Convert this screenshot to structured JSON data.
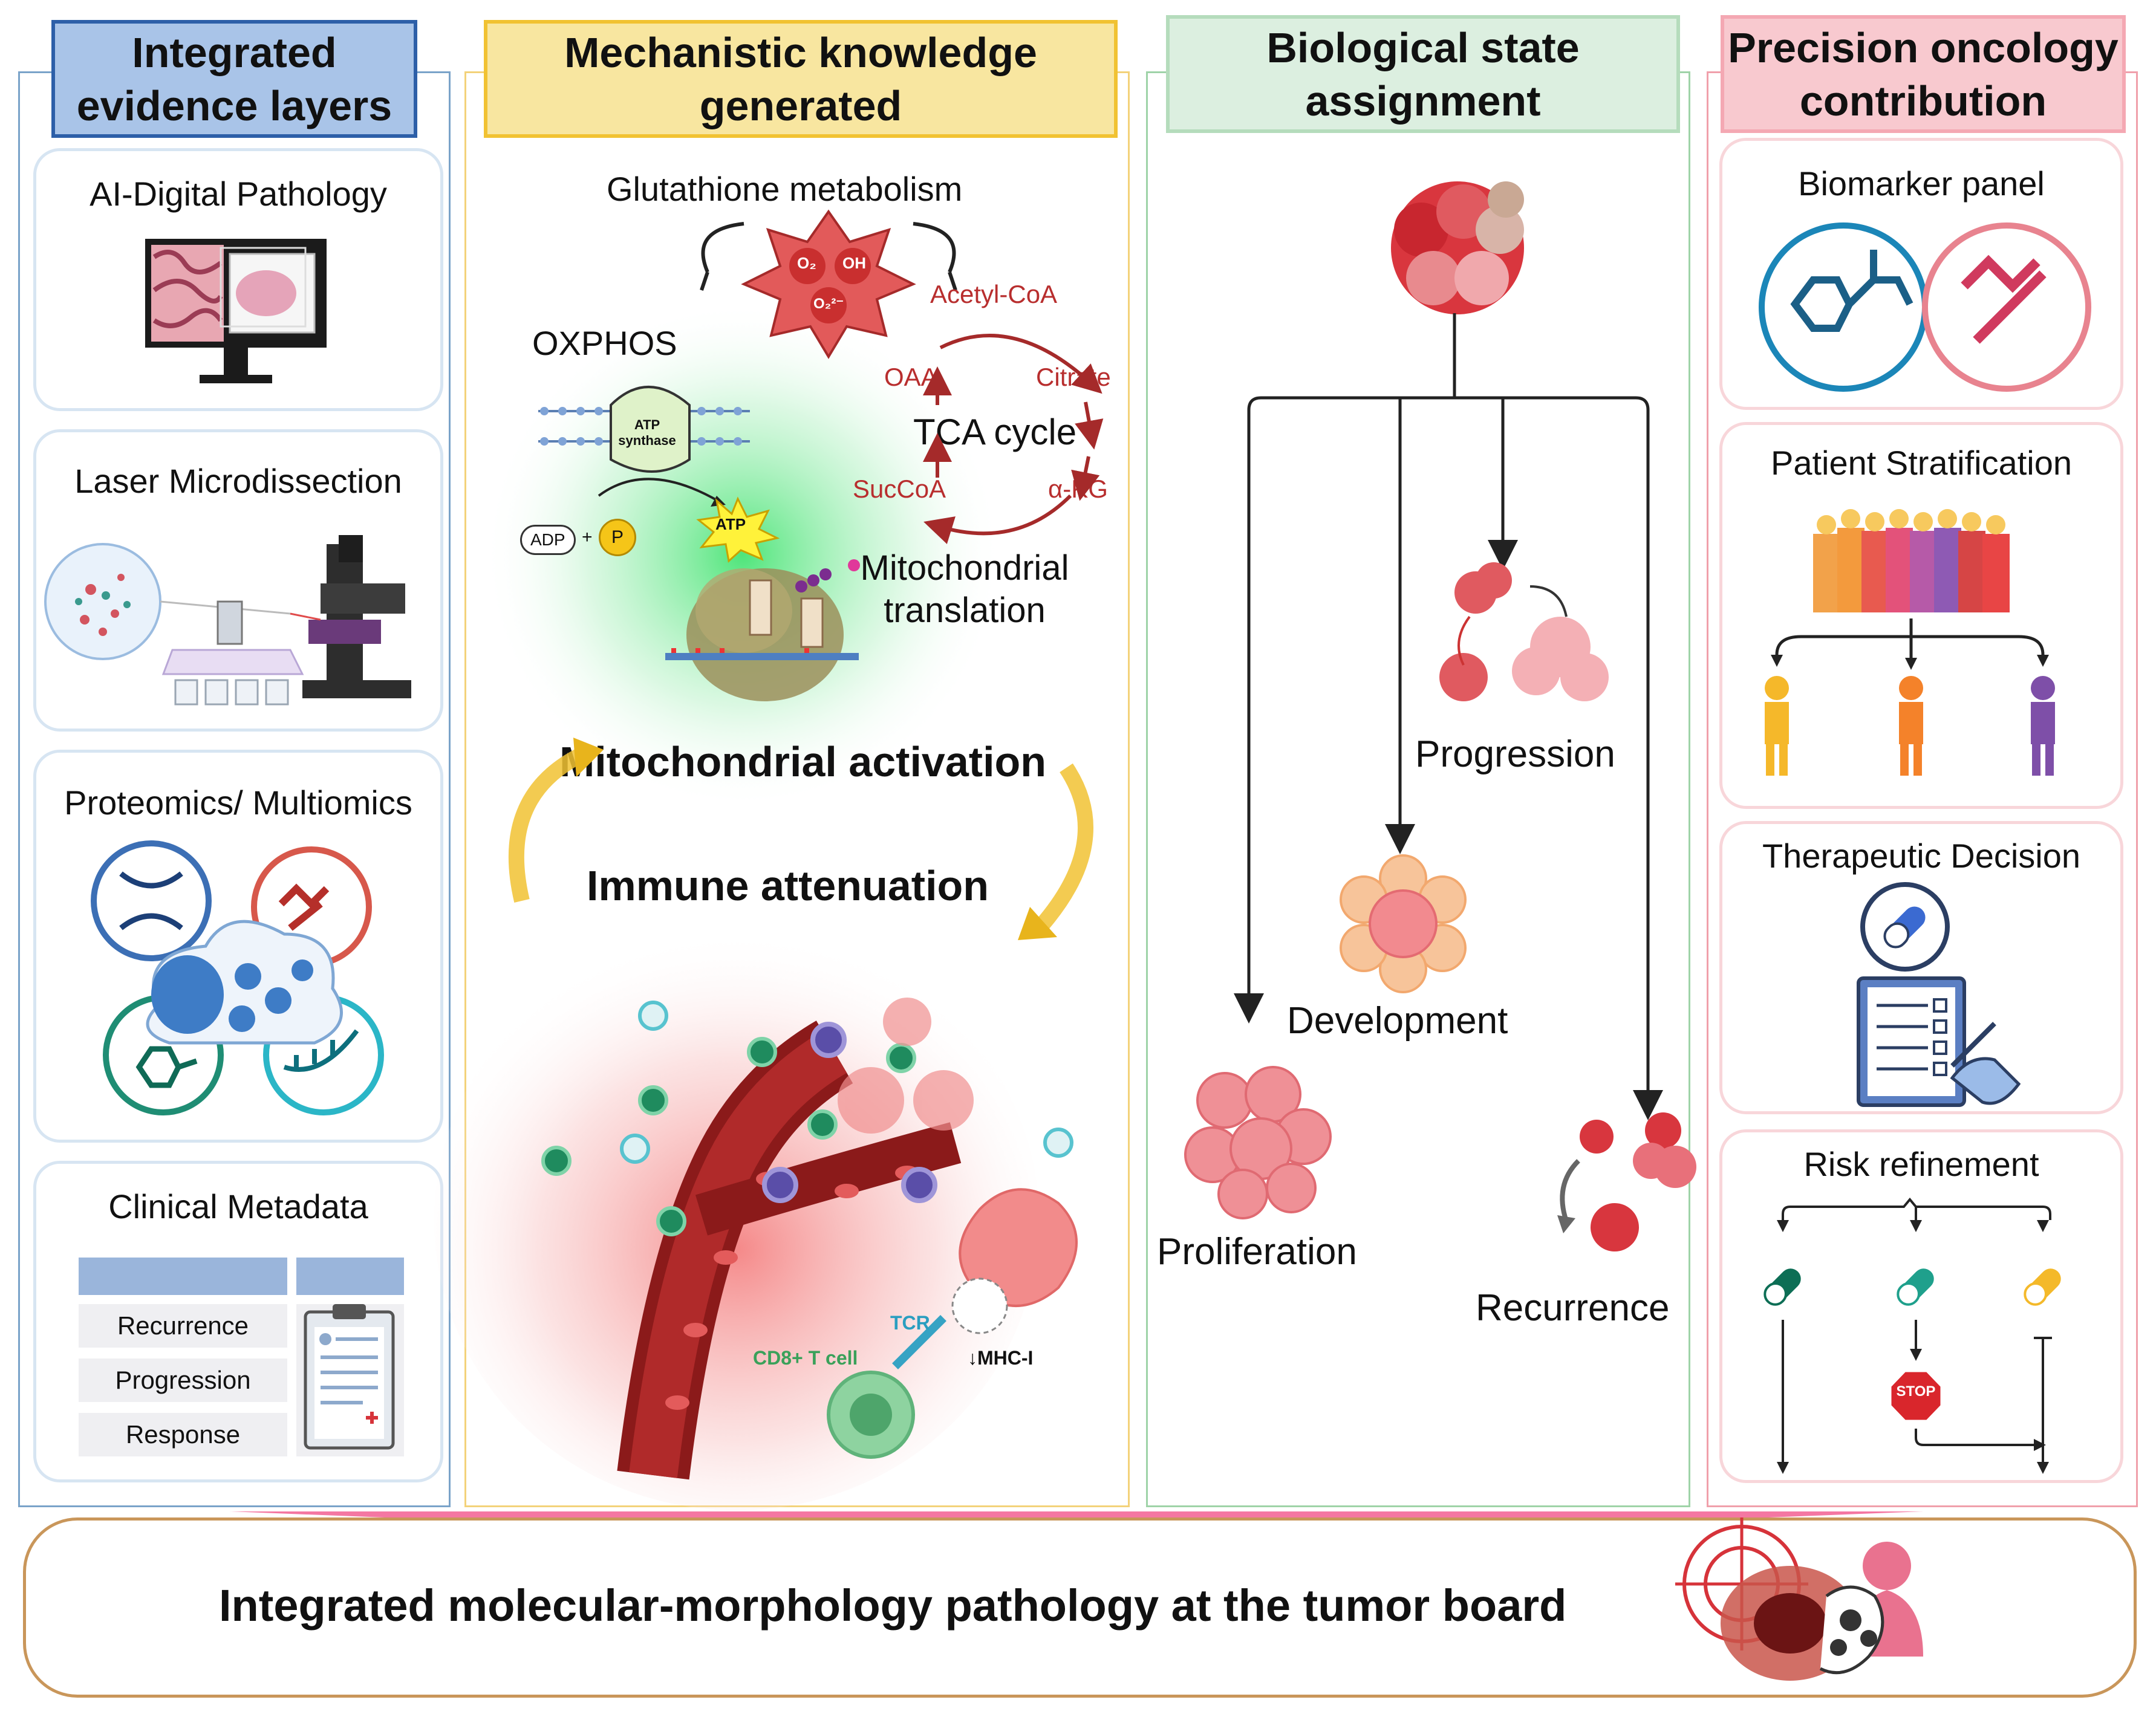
{
  "columns": {
    "evidence": {
      "title": "Integrated evidence layers",
      "cards": [
        {
          "title": "AI-Digital Pathology"
        },
        {
          "title": "Laser Microdissection"
        },
        {
          "title": "Proteomics/ Multiomics"
        },
        {
          "title": "Clinical Metadata",
          "rows": [
            "Recurrence",
            "Progression",
            "Response"
          ]
        }
      ]
    },
    "mechanistic": {
      "title": "Mechanistic knowledge generated",
      "glutathione": "Glutathione metabolism",
      "ros": [
        "O₂",
        "OH",
        "O₂²⁻"
      ],
      "oxphos": "OXPHOS",
      "atp_synthase": "ATP synthase",
      "adp": "ADP",
      "p": "P",
      "atp": "ATP",
      "tca": {
        "title": "TCA cycle",
        "acetyl": "Acetyl-CoA",
        "oaa": "OAA",
        "citrate": "Citrate",
        "succoa": "SucCoA",
        "akg": "α-KG"
      },
      "translation": "Mitochondrial translation",
      "activation": "Mitochondrial activation",
      "attenuation": "Immune attenuation",
      "tcr": "TCR",
      "cd8": "CD8+ T cell",
      "mhc": "↓MHC-I"
    },
    "biological": {
      "title": "Biological state assignment",
      "states": [
        "Progression",
        "Development",
        "Proliferation",
        "Recurrence"
      ]
    },
    "precision": {
      "title": "Precision oncology contribution",
      "cards": [
        {
          "title": "Biomarker panel"
        },
        {
          "title": "Patient Stratification"
        },
        {
          "title": "Therapeutic Decision"
        },
        {
          "title": "Risk refinement",
          "stop": "STOP"
        }
      ]
    }
  },
  "footer": "Integrated molecular-morphology pathology at the tumor board",
  "colors": {
    "blue": "#4a78c2",
    "blue_fill": "#a9c4e8",
    "yellow": "#f1c232",
    "yellow_fill": "#f8e6a0",
    "green": "#9fd3a8",
    "green_fill": "#dcefe0",
    "pink": "#f08a9a",
    "pink_fill": "#f8c9cf",
    "red": "#c0392b",
    "teal": "#1a7f6e"
  }
}
